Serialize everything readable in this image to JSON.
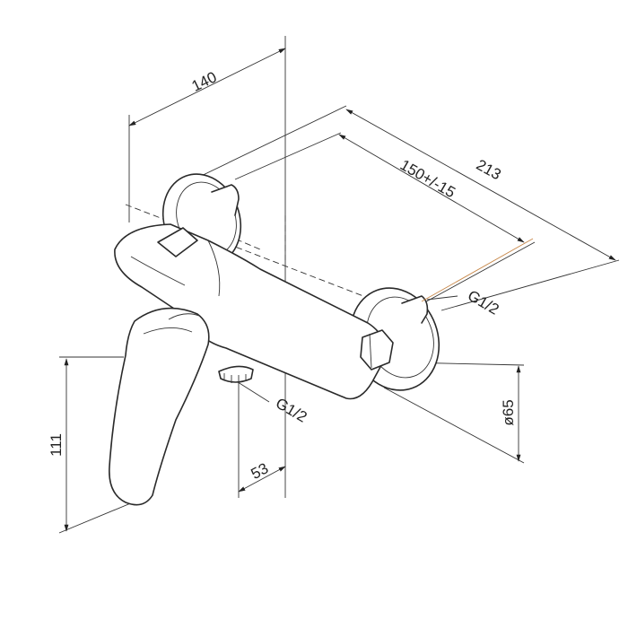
{
  "drawing": {
    "dimensions": {
      "overall_width": "140",
      "overall_depth": "213",
      "wall_centers": "150+/-15",
      "outlet_offset": "53",
      "height": "111",
      "flange_diameter": "ø65"
    },
    "thread_labels": {
      "outlet_thread": "G1/2",
      "inlet_thread": "G1/2"
    },
    "colors": {
      "line": "#2a2a2a",
      "leader_accent": "#c8884a"
    }
  }
}
